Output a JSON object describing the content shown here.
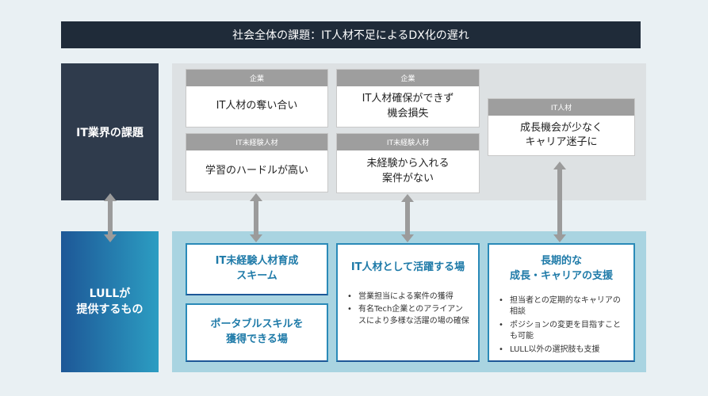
{
  "title": "社会全体の課題：IT人材不足によるDX化の遅れ",
  "left_top": "IT業界の課題",
  "left_bottom": [
    "LULLが",
    "提供するもの"
  ],
  "issues": [
    {
      "header": "企業",
      "body": [
        "IT人材の奪い合い"
      ]
    },
    {
      "header": "企業",
      "body": [
        "IT人材確保ができず",
        "機会損失"
      ]
    },
    {
      "header": "IT未経験人材",
      "body": [
        "学習のハードルが高い"
      ]
    },
    {
      "header": "IT未経験人材",
      "body": [
        "未経験から入れる",
        "案件がない"
      ]
    },
    {
      "header": "IT人材",
      "body": [
        "成長機会が少なく",
        "キャリア迷子に"
      ]
    }
  ],
  "solutions": [
    {
      "title": [
        "IT未経験人材育成",
        "スキーム"
      ]
    },
    {
      "title": [
        "ポータブルスキルを",
        "獲得できる場"
      ]
    },
    {
      "title": [
        "IT人材として活躍する場"
      ],
      "bullets": [
        "営業担当による案件の獲得",
        "有名Tech企業とのアライアンスにより多様な活躍の場の確保"
      ]
    },
    {
      "title": [
        "長期的な",
        "成長・キャリアの支援"
      ],
      "bullets": [
        "担当者との定期的なキャリアの相談",
        "ポジションの変更を目指すことも可能",
        "LULL以外の選択肢も支援"
      ]
    }
  ],
  "colors": {
    "dark": "#1f2b39",
    "accent": "#1e7aa8",
    "arrow": "#9b9b9b"
  }
}
